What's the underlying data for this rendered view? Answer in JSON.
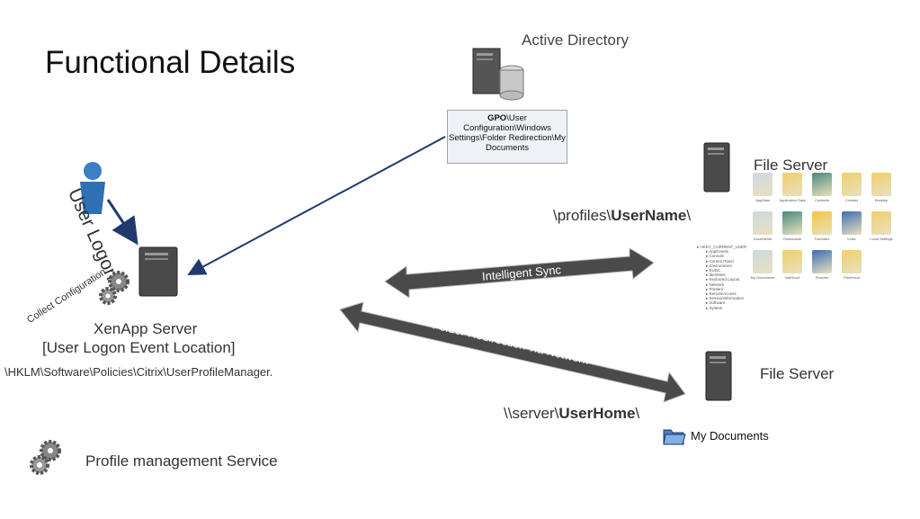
{
  "title": "Functional Details",
  "active_directory": {
    "label": "Active Directory",
    "gpo_bold": "GPO",
    "gpo_rest": "\\User Configuration\\Windows Settings\\Folder Redirection\\My Documents"
  },
  "user_logon": "User Logon",
  "collect_configuration": "Collect Configuration",
  "xenapp": {
    "line1": "XenApp Server",
    "line2": "[User Logon Event Location]",
    "registry_path": "\\HKLM\\Software\\Policies\\Citrix\\UserProfileManager."
  },
  "file_server_1": {
    "label": "File Server",
    "path_prefix": "\\profiles\\",
    "path_bold": "UserName",
    "path_suffix": "\\"
  },
  "file_server_2": {
    "label": "File Server",
    "path_prefix": "\\\\server\\",
    "path_bold": "UserHome",
    "path_suffix": "\\"
  },
  "intelligent_sync": "Intelligent Sync",
  "folder_redirection": "Folder Redirection via Network",
  "my_documents": "My Documents",
  "profile_service": "Profile management Service",
  "registry_tree": [
    "HKEY_CURRENT_USER",
    "AppEvents",
    "Console",
    "Control Panel",
    "Environment",
    "EUDC",
    "Identities",
    "Keyboard Layout",
    "Network",
    "Printers",
    "RemoteAccess",
    "SessionInformation",
    "Software",
    "System"
  ],
  "folder_items": [
    "AppData",
    "Application Data",
    "Contacts",
    "Cookies",
    "Desktop",
    "Documents",
    "Downloads",
    "Favorites",
    "Links",
    "Local Settings",
    "My Documents",
    "NetHood",
    "Pictures",
    "PrintHood"
  ],
  "colors": {
    "arrow_blue": "#1f3a6e",
    "sync_arrow": "#4a4a4a",
    "server_dark": "#3a3a3a"
  }
}
